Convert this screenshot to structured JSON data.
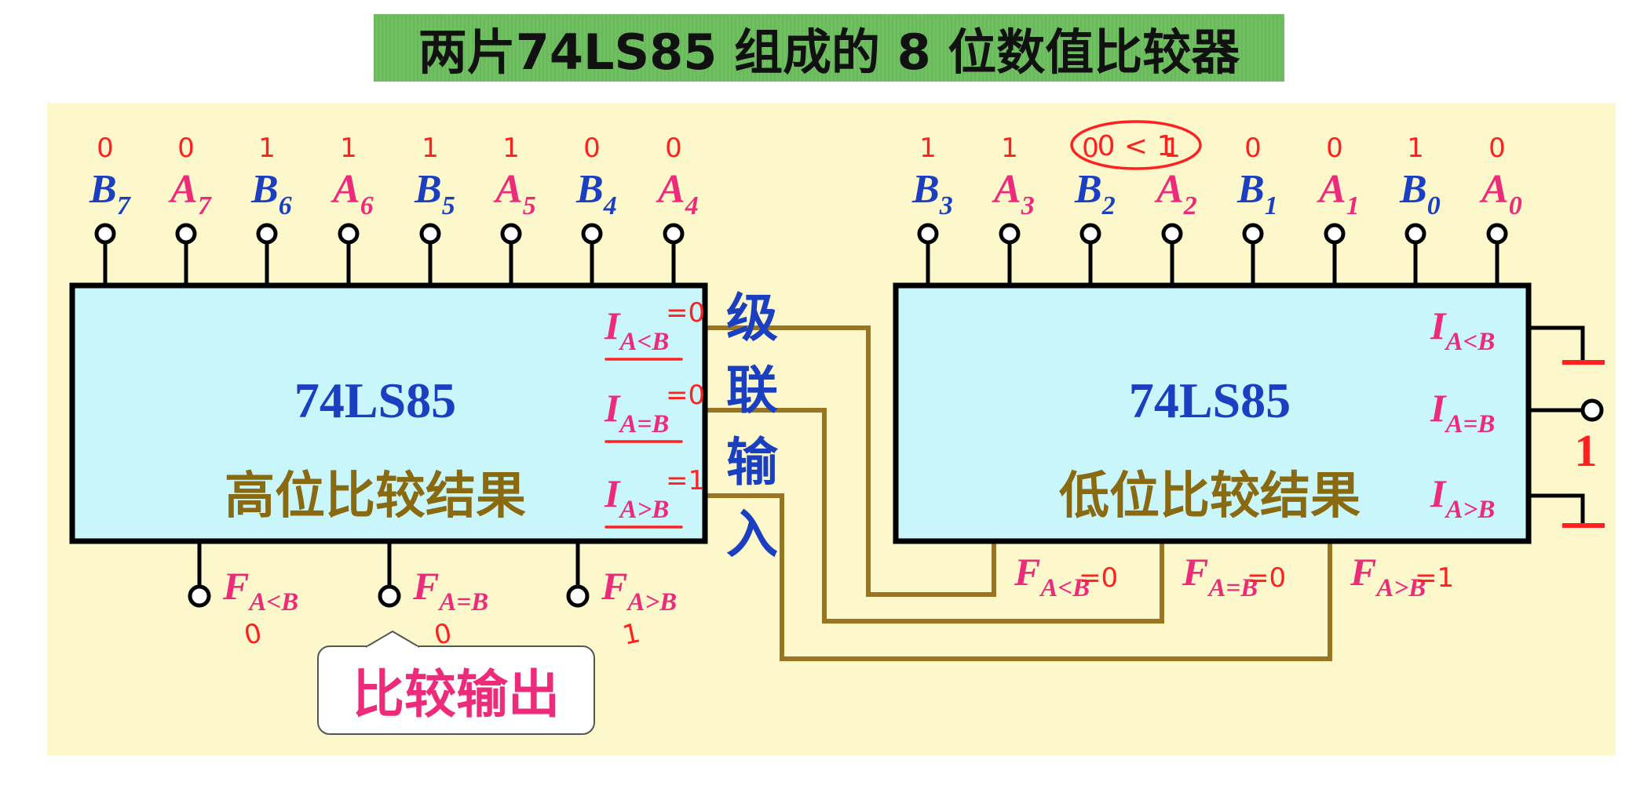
{
  "title": "两片74LS85 组成的 8 位数值比较器",
  "high_chip": {
    "name": "74LS85",
    "result_label": "高位比较结果",
    "inputs": [
      {
        "letter": "B",
        "sub": "7",
        "bit": "0",
        "color": "blue"
      },
      {
        "letter": "A",
        "sub": "7",
        "bit": "0",
        "color": "red"
      },
      {
        "letter": "B",
        "sub": "6",
        "bit": "1",
        "color": "blue"
      },
      {
        "letter": "A",
        "sub": "6",
        "bit": "1",
        "color": "red"
      },
      {
        "letter": "B",
        "sub": "5",
        "bit": "1",
        "color": "blue"
      },
      {
        "letter": "A",
        "sub": "5",
        "bit": "1",
        "color": "red"
      },
      {
        "letter": "B",
        "sub": "4",
        "bit": "0",
        "color": "blue"
      },
      {
        "letter": "A",
        "sub": "4",
        "bit": "0",
        "color": "red"
      }
    ],
    "cascade_pins": [
      {
        "letter": "I",
        "sub": "A<B",
        "mark": "=0"
      },
      {
        "letter": "I",
        "sub": "A=B",
        "mark": "=0"
      },
      {
        "letter": "I",
        "sub": "A>B",
        "mark": "=1"
      }
    ],
    "outputs": [
      {
        "letter": "F",
        "sub": "A<B",
        "mark": "0"
      },
      {
        "letter": "F",
        "sub": "A=B",
        "mark": "0"
      },
      {
        "letter": "F",
        "sub": "A>B",
        "mark": "1"
      }
    ]
  },
  "low_chip": {
    "name": "74LS85",
    "result_label": "低位比较结果",
    "inputs": [
      {
        "letter": "B",
        "sub": "3",
        "bit": "1",
        "color": "blue"
      },
      {
        "letter": "A",
        "sub": "3",
        "bit": "1",
        "color": "red"
      },
      {
        "letter": "B",
        "sub": "2",
        "bit": "0",
        "color": "blue"
      },
      {
        "letter": "A",
        "sub": "2",
        "bit": "1",
        "color": "red"
      },
      {
        "letter": "B",
        "sub": "1",
        "bit": "0",
        "color": "blue"
      },
      {
        "letter": "A",
        "sub": "1",
        "bit": "0",
        "color": "red"
      },
      {
        "letter": "B",
        "sub": "0",
        "bit": "1",
        "color": "blue"
      },
      {
        "letter": "A",
        "sub": "0",
        "bit": "0",
        "color": "red"
      }
    ],
    "cascade_pins": [
      {
        "letter": "I",
        "sub": "A<B"
      },
      {
        "letter": "I",
        "sub": "A=B"
      },
      {
        "letter": "I",
        "sub": "A>B"
      }
    ],
    "outputs": [
      {
        "letter": "F",
        "sub": "A<B",
        "mark": "=0"
      },
      {
        "letter": "F",
        "sub": "A=B",
        "mark": "=0"
      },
      {
        "letter": "F",
        "sub": "A>B",
        "mark": "=1"
      }
    ],
    "tie_high_label": "1"
  },
  "annotation_circle": "0 < 1",
  "cascade_label": [
    "级",
    "联",
    "输",
    "入"
  ],
  "callout": "比较输出",
  "colors": {
    "chip_fill": "#c8f6fb",
    "wire": "#9a7420",
    "blue": "#1a3fc0",
    "pink": "#ee2a7b",
    "hand_red": "#ff2020",
    "panel": "#fdf8cc",
    "title_bg": "#6fc060"
  }
}
